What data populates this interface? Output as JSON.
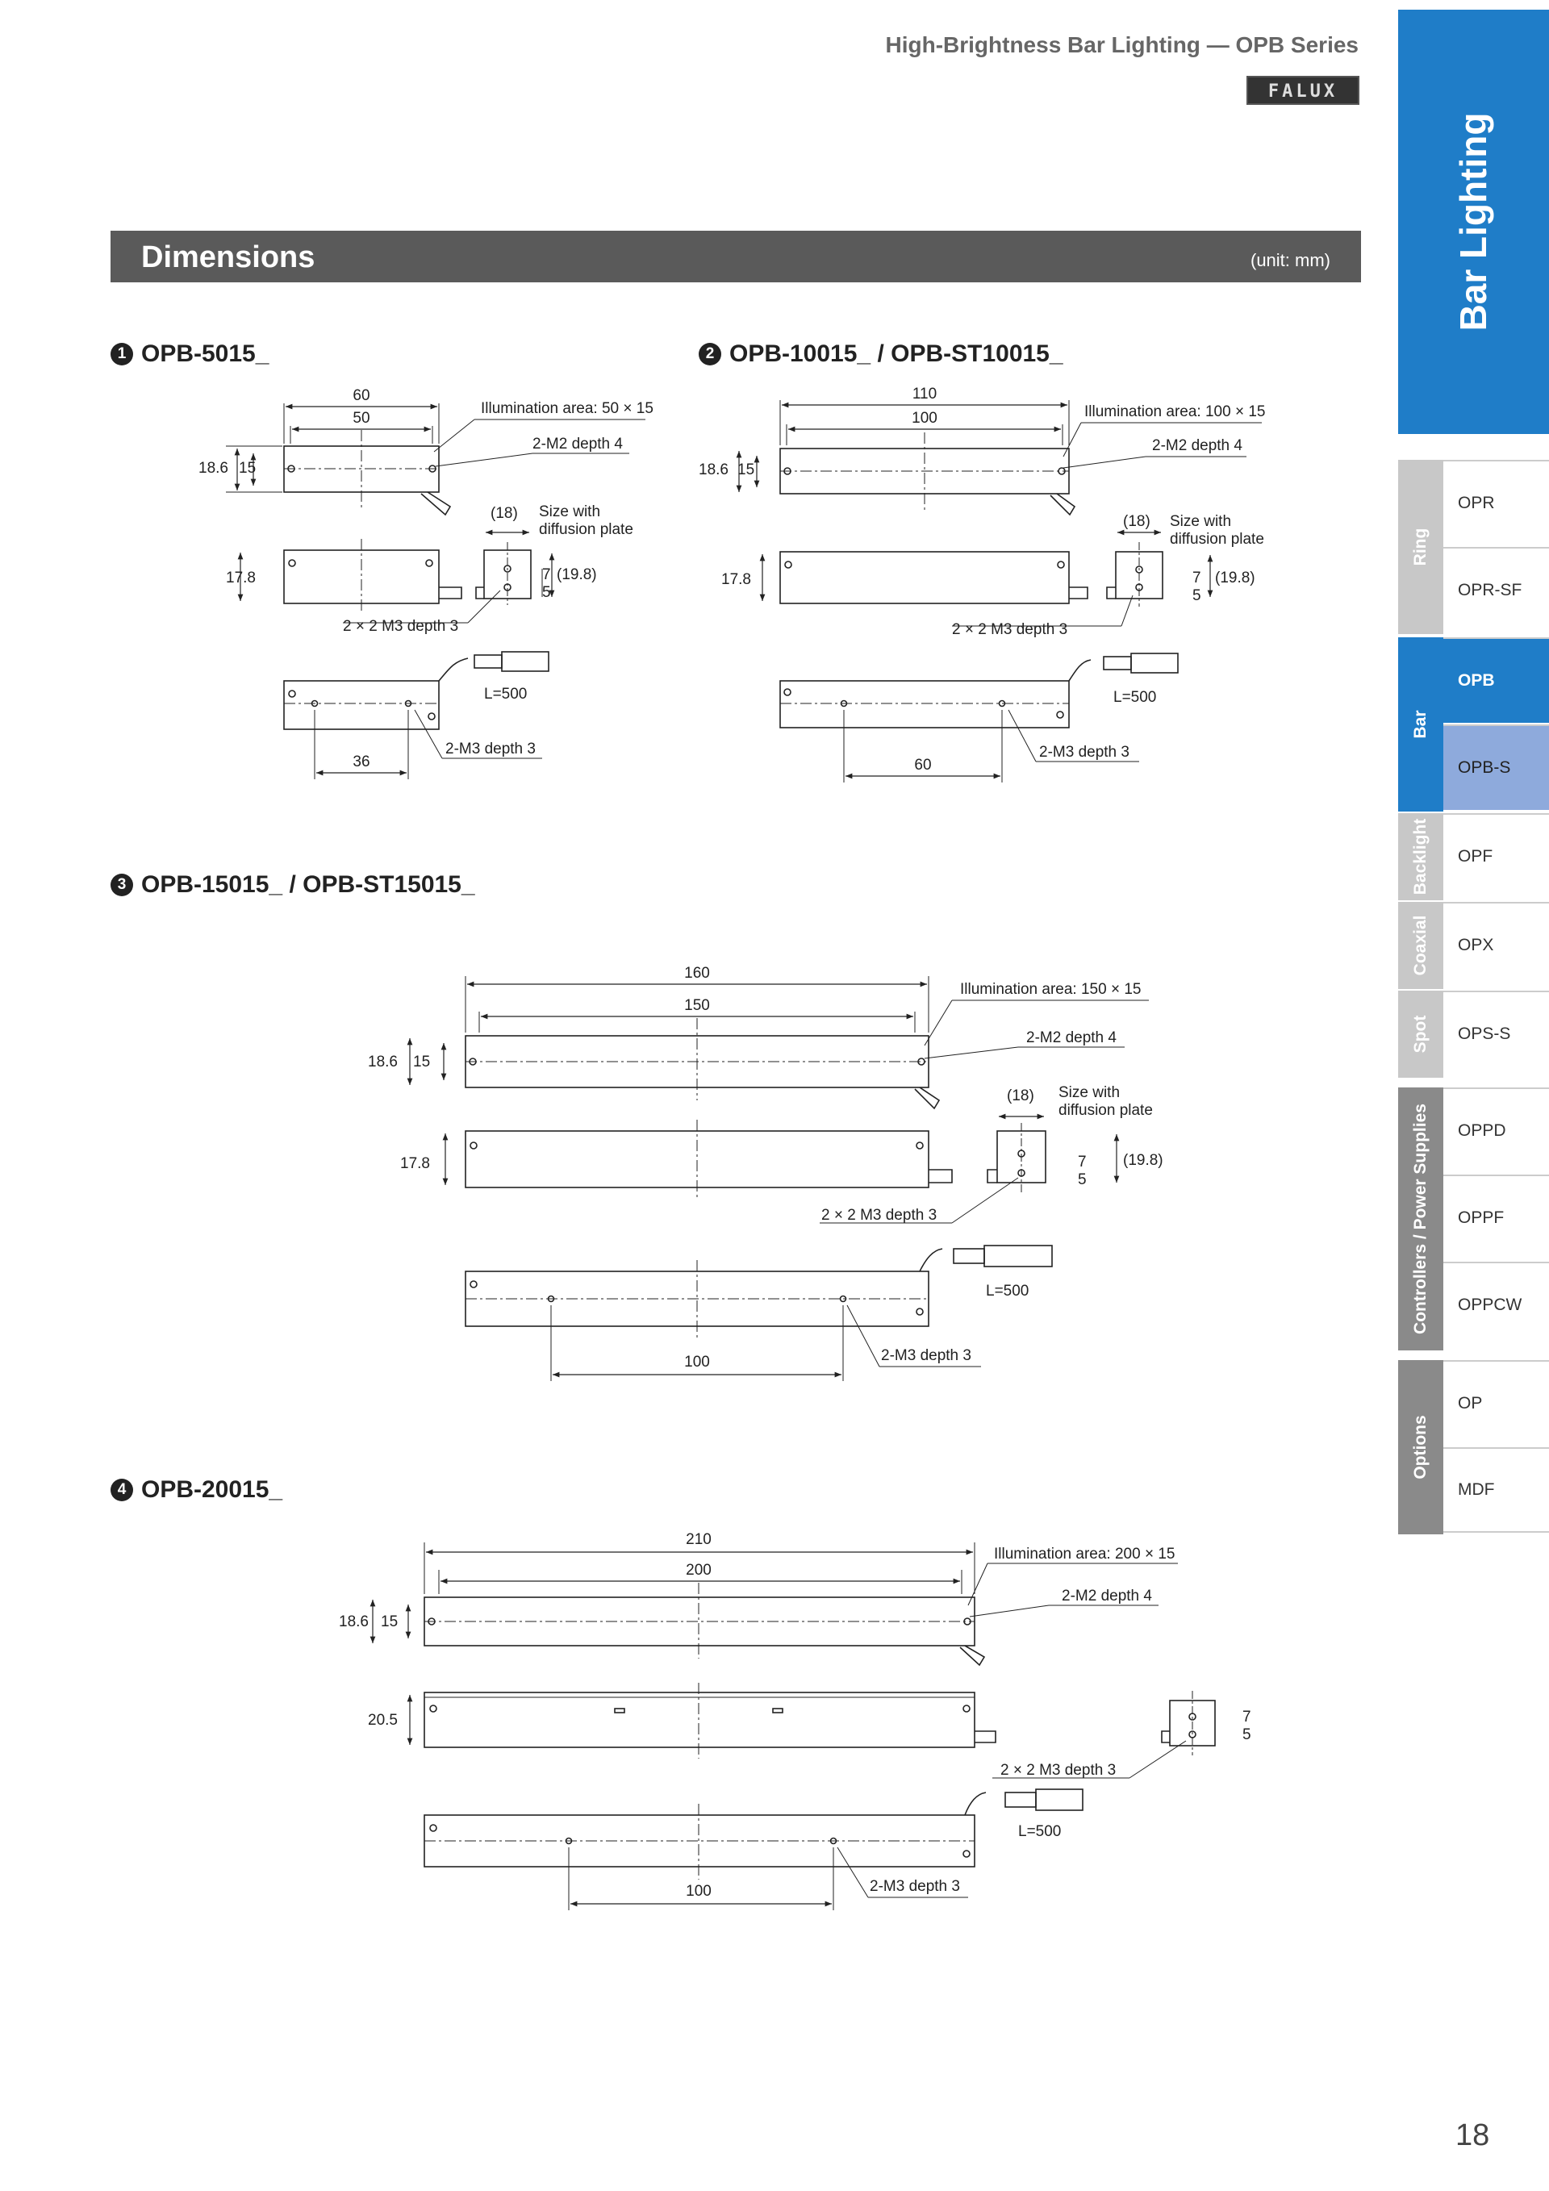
{
  "header": {
    "title": "High-Brightness Bar Lighting — OPB Series",
    "logo": "FALUX"
  },
  "section": {
    "title": "Dimensions",
    "unit": "(unit: mm)"
  },
  "sidebar": {
    "main": "Bar Lighting",
    "categories": [
      {
        "label": "Ring",
        "items": [
          "OPR",
          "OPR-SF"
        ]
      },
      {
        "label": "Bar",
        "items": [
          "OPB",
          "OPB-S"
        ]
      },
      {
        "label": "Backlight",
        "items": [
          "OPF"
        ]
      },
      {
        "label": "Coaxial",
        "items": [
          "OPX"
        ]
      },
      {
        "label": "Spot",
        "items": [
          "OPS-S"
        ]
      },
      {
        "label": "Controllers / Power Supplies",
        "items": [
          "OPPD",
          "OPPF",
          "OPPCW"
        ]
      },
      {
        "label": "Options",
        "items": [
          "OP",
          "MDF"
        ]
      }
    ]
  },
  "figures": [
    {
      "num": "1",
      "title": "OPB-5015_",
      "outer_len": "60",
      "area_len": "50",
      "illum": "Illumination area: 50 × 15",
      "holes_top": "2-M2 depth 4",
      "height": "18.6",
      "inner_h": "15",
      "side_h": "17.8",
      "side_holes": "2 × 2 M3 depth 3",
      "cable": "L=500",
      "hole_pitch": "36",
      "bottom_holes": "2-M3 depth 3",
      "end_w": "(18)",
      "end_h": "(19.8)",
      "end_a": "7",
      "end_b": "5",
      "diffusion": [
        "Size with",
        "diffusion plate"
      ]
    },
    {
      "num": "2",
      "title": "OPB-10015_ / OPB-ST10015_",
      "outer_len": "110",
      "area_len": "100",
      "illum": "Illumination area: 100 × 15",
      "holes_top": "2-M2 depth 4",
      "height": "18.6",
      "inner_h": "15",
      "side_h": "17.8",
      "side_holes": "2 × 2 M3 depth 3",
      "cable": "L=500",
      "hole_pitch": "60",
      "bottom_holes": "2-M3 depth 3",
      "end_w": "(18)",
      "end_h": "(19.8)",
      "end_a": "7",
      "end_b": "5",
      "diffusion": [
        "Size with",
        "diffusion plate"
      ]
    },
    {
      "num": "3",
      "title": "OPB-15015_ / OPB-ST15015_",
      "outer_len": "160",
      "area_len": "150",
      "illum": "Illumination area: 150 × 15",
      "holes_top": "2-M2 depth 4",
      "height": "18.6",
      "inner_h": "15",
      "side_h": "17.8",
      "side_holes": "2 × 2 M3 depth 3",
      "cable": "L=500",
      "hole_pitch": "100",
      "bottom_holes": "2-M3 depth 3",
      "end_w": "(18)",
      "end_h": "(19.8)",
      "end_a": "7",
      "end_b": "5",
      "diffusion": [
        "Size with",
        "diffusion plate"
      ]
    },
    {
      "num": "4",
      "title": "OPB-20015_",
      "outer_len": "210",
      "area_len": "200",
      "illum": "Illumination area: 200 × 15",
      "holes_top": "2-M2 depth 4",
      "height": "18.6",
      "inner_h": "15",
      "side_h": "20.5",
      "side_holes": "2 × 2 M3 depth 3",
      "cable": "L=500",
      "hole_pitch": "100",
      "bottom_holes": "2-M3 depth 3",
      "end_a": "7",
      "end_b": "5"
    }
  ],
  "page_number": "18"
}
